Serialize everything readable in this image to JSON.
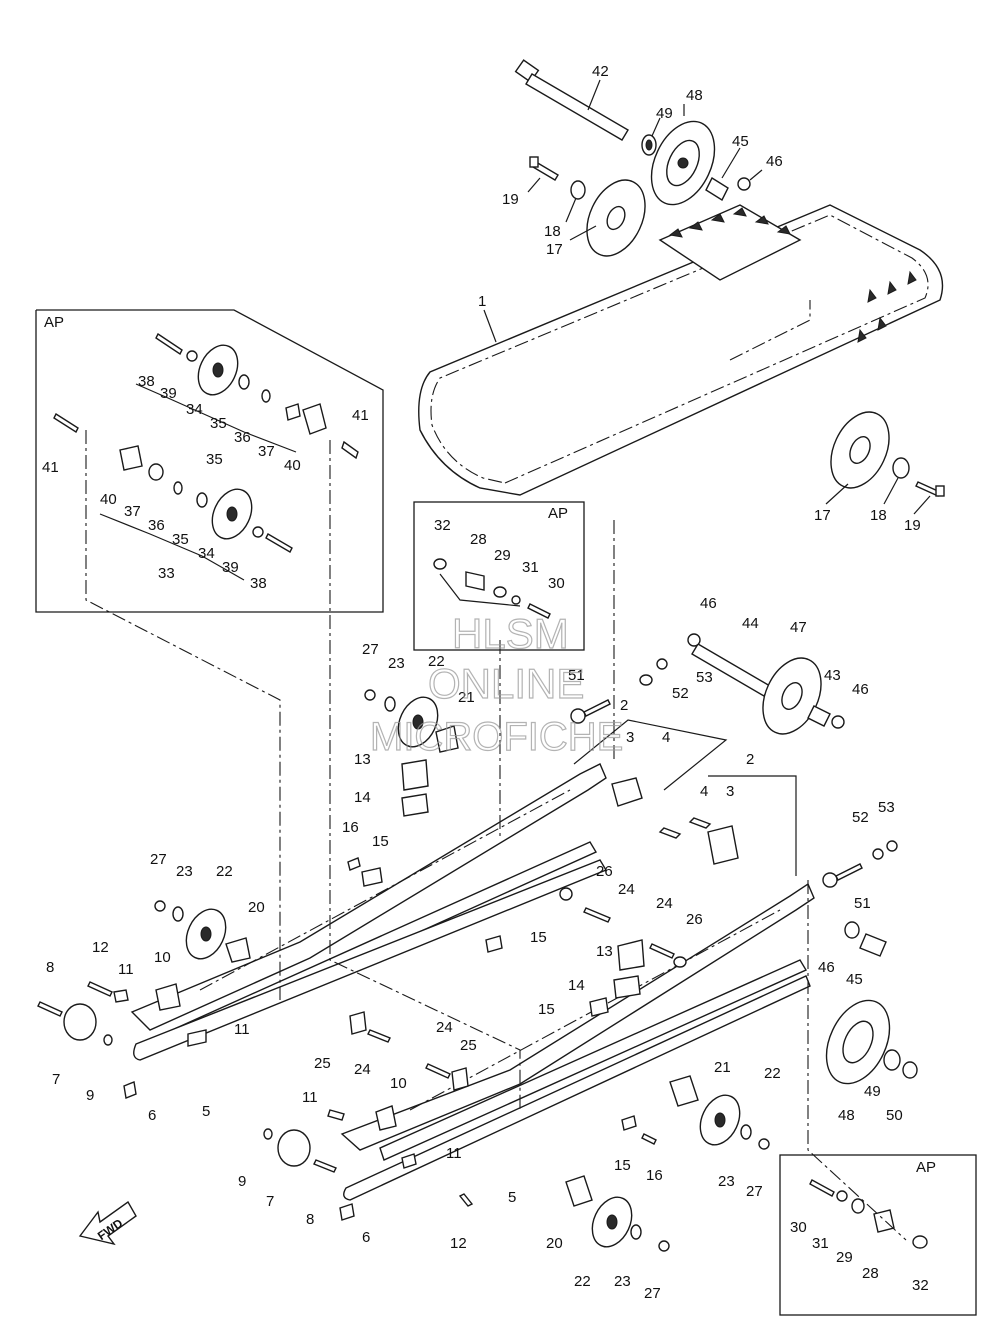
{
  "watermark": [
    "HLSM",
    "ONLINE",
    "MICROFICHE"
  ],
  "fwd_label": "FWD",
  "ap_labels": [
    "AP",
    "AP",
    "AP"
  ],
  "callouts": [
    "42",
    "48",
    "49",
    "45",
    "46",
    "19",
    "18",
    "17",
    "1",
    "41",
    "38",
    "39",
    "34",
    "35",
    "36",
    "37",
    "40",
    "41",
    "40",
    "37",
    "36",
    "35",
    "34",
    "39",
    "38",
    "33",
    "17",
    "18",
    "19",
    "32",
    "AP",
    "28",
    "29",
    "31",
    "30",
    "46",
    "44",
    "47",
    "43",
    "46",
    "27",
    "23",
    "22",
    "21",
    "51",
    "52",
    "53",
    "2",
    "3",
    "4",
    "13",
    "14",
    "16",
    "15",
    "2",
    "4",
    "3",
    "52",
    "53",
    "51",
    "27",
    "23",
    "22",
    "20",
    "26",
    "24",
    "12",
    "11",
    "10",
    "8",
    "7",
    "9",
    "6",
    "5",
    "11",
    "25",
    "24",
    "15",
    "24",
    "26",
    "13",
    "14",
    "15",
    "46",
    "45",
    "48",
    "49",
    "50",
    "24",
    "25",
    "10",
    "11",
    "11",
    "21",
    "22",
    "9",
    "7",
    "8",
    "6",
    "12",
    "5",
    "16",
    "15",
    "23",
    "27",
    "20",
    "22",
    "23",
    "27",
    "AP",
    "30",
    "31",
    "29",
    "28",
    "32"
  ],
  "callout_texts": {
    "c42": "42",
    "c48": "48",
    "c49": "49",
    "c45": "45",
    "c46": "46",
    "c19": "19",
    "c18": "18",
    "c17": "17",
    "c1": "1"
  }
}
